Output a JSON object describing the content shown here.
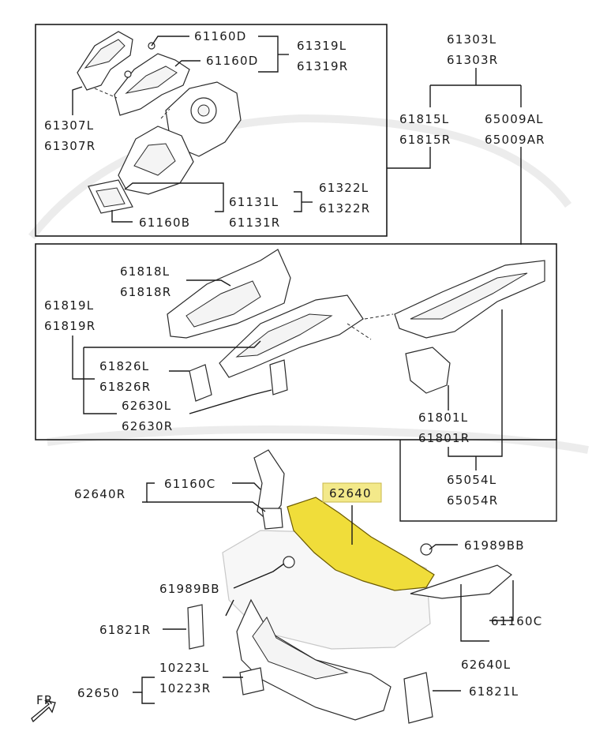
{
  "labels": {
    "l61160D_a": "61160D",
    "l61160D_b": "61160D",
    "l61319L": "61319L",
    "l61319R": "61319R",
    "l61307L": "61307L",
    "l61307R": "61307R",
    "l61131L": "61131L",
    "l61131R": "61131R",
    "l61160B": "61160B",
    "l61322L": "61322L",
    "l61322R": "61322R",
    "l61303L": "61303L",
    "l61303R": "61303R",
    "l61815L": "61815L",
    "l61815R": "61815R",
    "l65009AL": "65009AL",
    "l65009AR": "65009AR",
    "l61818L": "61818L",
    "l61818R": "61818R",
    "l61819L": "61819L",
    "l61819R": "61819R",
    "l61826L": "61826L",
    "l61826R": "61826R",
    "l62630L": "62630L",
    "l62630R": "62630R",
    "l61801L": "61801L",
    "l61801R": "61801R",
    "l65054L": "65054L",
    "l65054R": "65054R",
    "l61160C_a": "61160C",
    "l62640R": "62640R",
    "l62640": "62640",
    "l61989BB_a": "61989BB",
    "l61989BB_b": "61989BB",
    "l61821R": "61821R",
    "l61160C_b": "61160C",
    "l62640L": "62640L",
    "l10223L": "10223L",
    "l10223R": "10223R",
    "l62650": "62650",
    "l61821L": "61821L",
    "fr": "FR"
  },
  "colors": {
    "highlight": "#f3e98a",
    "highlighted_part": "#f0dd3a",
    "line": "#1a1a1a"
  },
  "icons": {
    "front_arrow": "front-arrow-icon"
  }
}
